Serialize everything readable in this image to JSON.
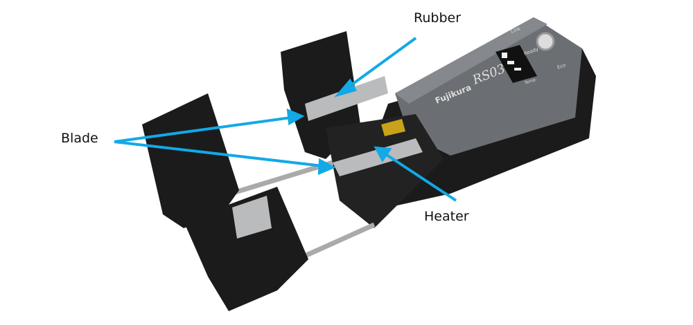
{
  "labels": {
    "rubber": "Rubber",
    "blade": "Blade",
    "heater": "Heater"
  },
  "device": {
    "brand": "Fujikura",
    "model": "RS03",
    "indicators": [
      "Link",
      "Ready",
      "Eco",
      "Temp."
    ]
  },
  "colors": {
    "arrow": "#12a9e6",
    "body": "#6b6e72",
    "plastic": "#1b1b1c",
    "metal": "#b9bbbd"
  }
}
